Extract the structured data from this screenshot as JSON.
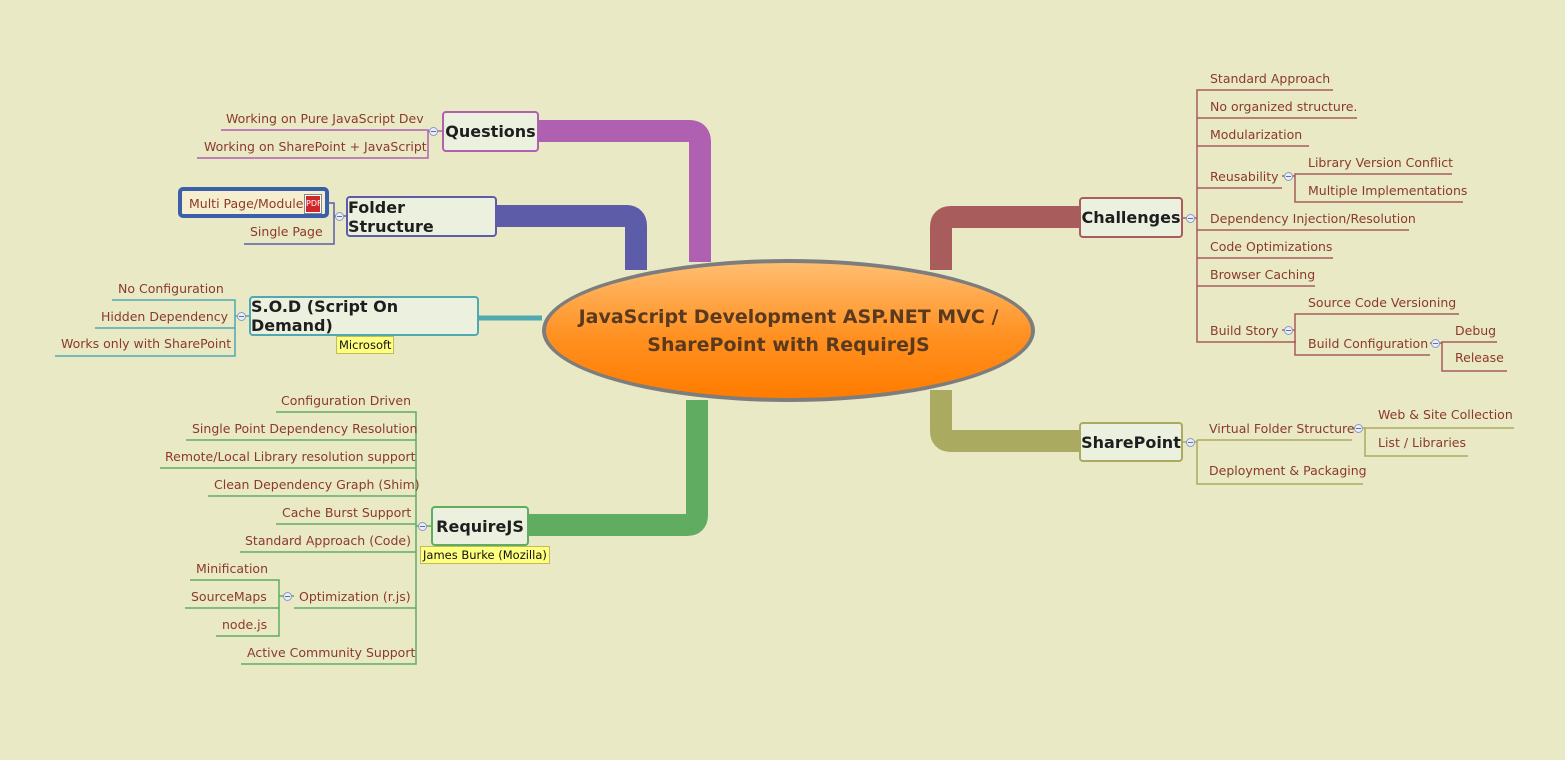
{
  "central": "JavaScript Development ASP.NET MVC / SharePoint with RequireJS",
  "colors": {
    "questions": "#b060b0",
    "folder": "#5c5ca8",
    "sod": "#50a8b0",
    "requirejs": "#60ac60",
    "challenges": "#a85c5c",
    "sharepoint": "#aaaa60",
    "background": "#e9e9c6"
  },
  "questions": {
    "title": "Questions",
    "items": [
      "Working on Pure JavaScript Dev",
      "Working on SharePoint + JavaScript"
    ]
  },
  "folder": {
    "title": "Folder Structure",
    "items": [
      "Multi Page/Module",
      "Single Page"
    ],
    "attachment_icon": "pdf-icon"
  },
  "sod": {
    "title": "S.O.D (Script On Demand)",
    "note": "Microsoft",
    "items": [
      "No Configuration",
      "Hidden Dependency",
      "Works only with SharePoint"
    ]
  },
  "requirejs": {
    "title": "RequireJS",
    "note": "James Burke (Mozilla)",
    "items": [
      "Configuration Driven",
      "Single Point Dependency Resolution",
      "Remote/Local Library resolution support",
      "Clean Dependency Graph (Shim)",
      "Cache Burst Support",
      "Standard Approach (Code)",
      "Optimization (r.js)",
      "Active Community Support"
    ],
    "optimization": [
      "Minification",
      "SourceMaps",
      "node.js"
    ]
  },
  "challenges": {
    "title": "Challenges",
    "items": [
      "Standard Approach",
      "No organized structure.",
      "Modularization",
      "Reusability",
      "Dependency Injection/Resolution",
      "Code Optimizations",
      "Browser Caching",
      "Build Story"
    ],
    "reusability": [
      "Library Version Conflict",
      "Multiple Implementations"
    ],
    "build": [
      "Source Code Versioning",
      "Build Configuration"
    ],
    "build_config": [
      "Debug",
      "Release"
    ]
  },
  "sharepoint": {
    "title": "SharePoint",
    "items": [
      "Virtual Folder Structure",
      "Deployment & Packaging"
    ],
    "virtual": [
      "Web & Site Collection",
      "List / Libraries"
    ]
  }
}
